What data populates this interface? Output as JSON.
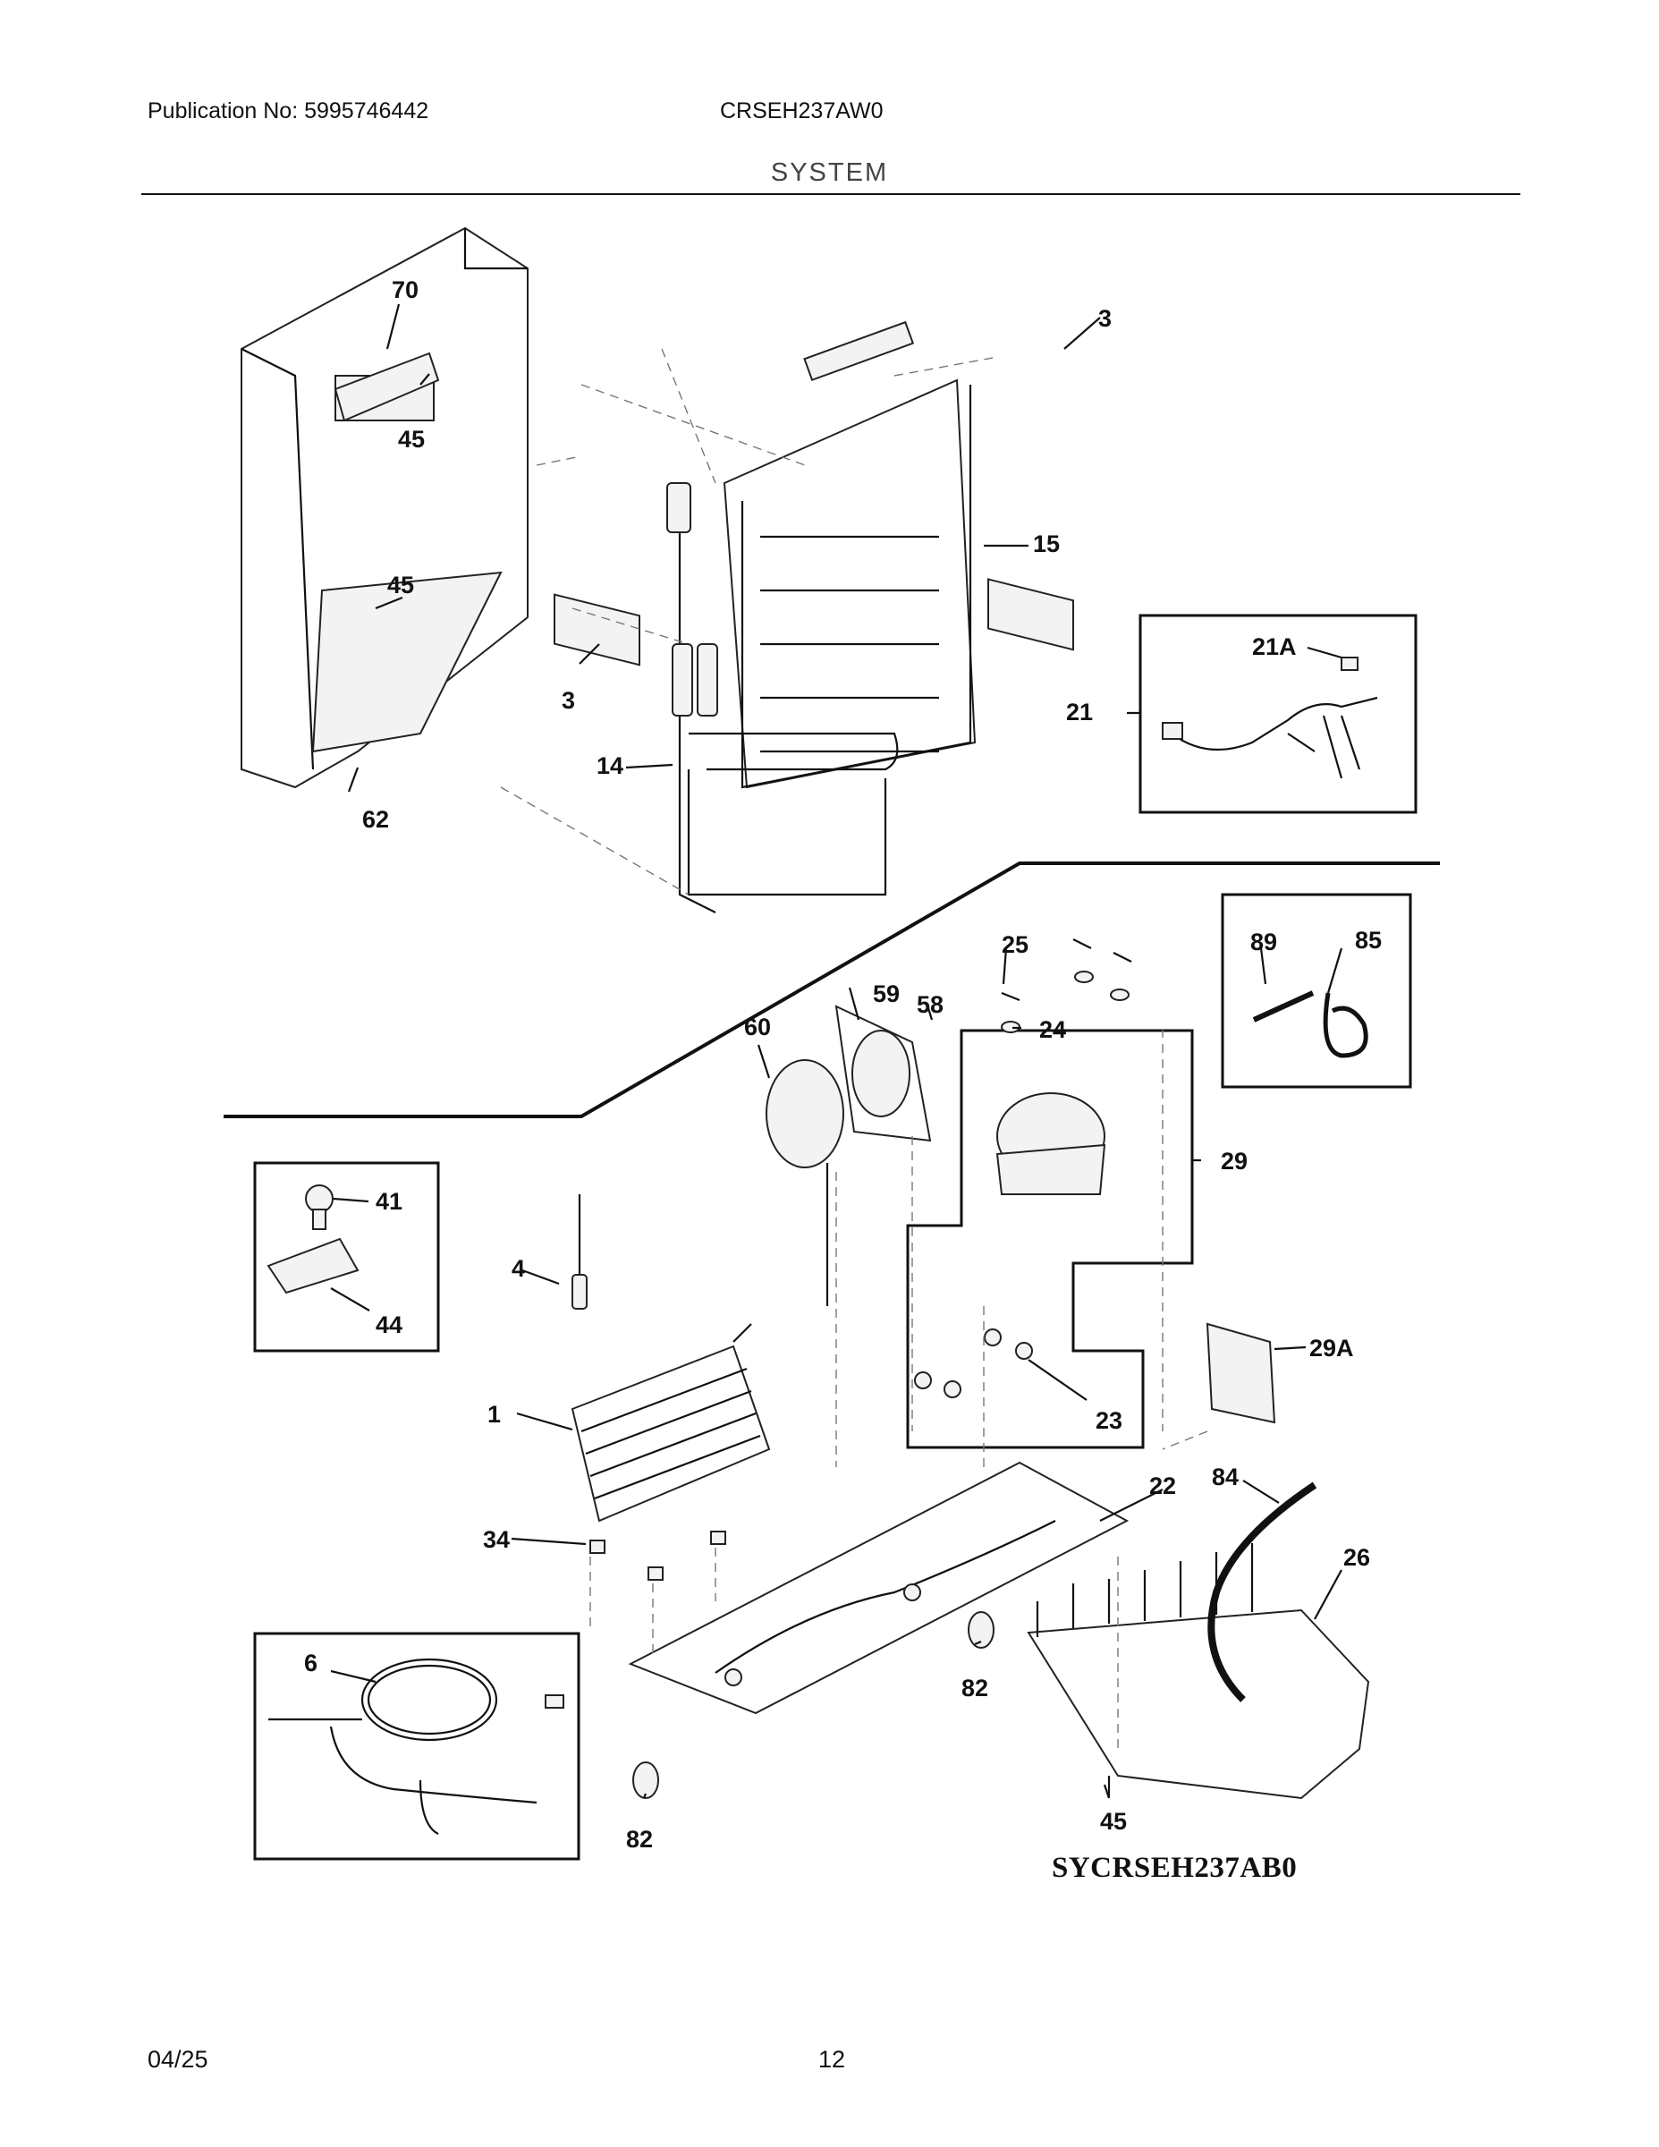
{
  "header": {
    "publication": "Publication No: 5995746442",
    "model": "CRSEH237AW0",
    "section_title": "SYSTEM"
  },
  "callouts": [
    "70",
    "45",
    "3",
    "15",
    "45",
    "3",
    "14",
    "62",
    "21A",
    "21",
    "25",
    "59",
    "58",
    "24",
    "60",
    "89",
    "85",
    "29",
    "41",
    "44",
    "4",
    "29A",
    "1",
    "23",
    "22",
    "84",
    "34",
    "26",
    "6",
    "82",
    "82",
    "45"
  ],
  "drawing_id": "SYCRSEH237AB0",
  "footer": {
    "date": "04/25",
    "page": "12"
  }
}
